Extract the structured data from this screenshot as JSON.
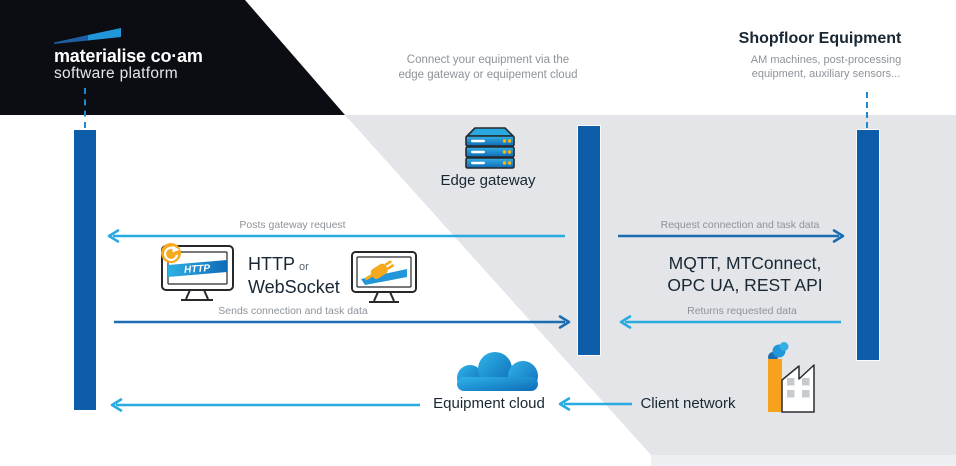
{
  "brand": {
    "line1": "materialise co·am",
    "line2": "software platform",
    "logo_icon": "blue-swoosh-flag"
  },
  "header": {
    "note_line1": "Connect your equipment via the",
    "note_line2": "edge gateway or equipement cloud",
    "shopfloor_title": "Shopfloor Equipment",
    "shopfloor_sub1": "AM machines, post-processing",
    "shopfloor_sub2": "equipment, auxiliary sensors..."
  },
  "nodes": {
    "edge_gateway": {
      "label": "Edge gateway",
      "icon": "server-stack-icon"
    },
    "equipment_cloud": {
      "label": "Equipment cloud",
      "icon": "cloud-icon"
    },
    "client_network": {
      "label": "Client network",
      "icon": "factory-icon"
    },
    "http_websocket": {
      "word1": "HTTP",
      "conjunction": "or",
      "word2": "WebSocket",
      "icon_left": "monitor-http-refresh-icon",
      "icon_right": "monitor-websocket-plug-icon"
    },
    "shopfloor_protocols": {
      "line1": "MQTT, MTConnect,",
      "line2": "OPC UA, REST API"
    }
  },
  "messages": {
    "posts_gateway_request": "Posts gateway request",
    "request_connection_task_data": "Request connection and task data",
    "sends_connection_task_data": "Sends connection and task data",
    "returns_requested_data": "Returns requested data"
  },
  "colors": {
    "lifeline_blue": "#0e5dab",
    "light_arrow_blue": "#29abe2",
    "dark_arrow_blue": "#1b6cb0",
    "background_gray": "#e3e5e8",
    "panel_black": "#0b0d12",
    "text_dark": "#182733",
    "text_gray": "#8d939a",
    "accent_orange": "#f6a21f"
  }
}
